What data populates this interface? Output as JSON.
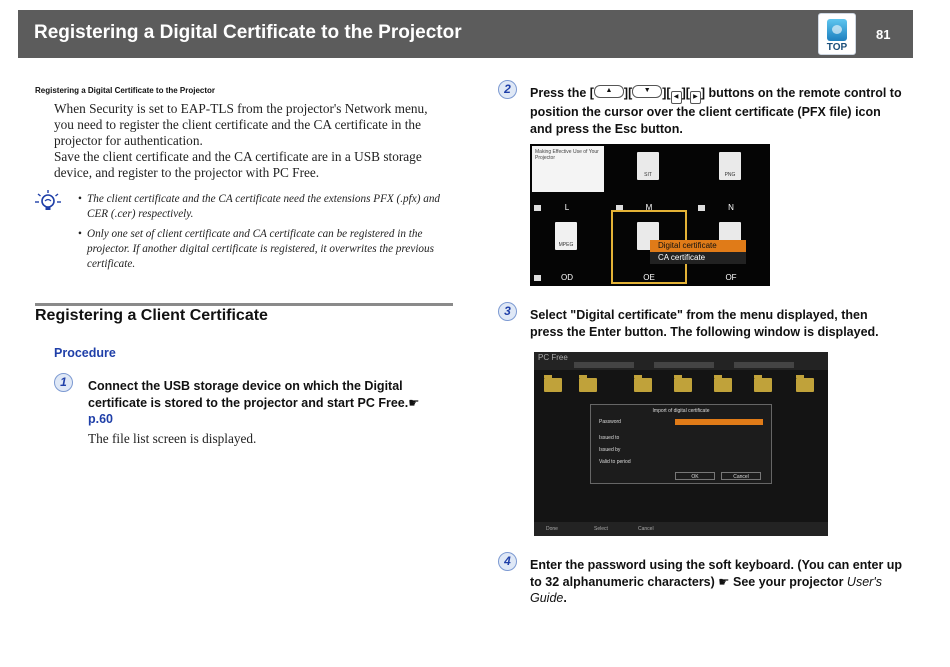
{
  "header": {
    "title": "Registering a Digital Certificate to the Projector",
    "top_label": "TOP",
    "page_number": "81"
  },
  "breadcrumb": "Registering a Digital Certificate to the Projector",
  "intro": [
    "When Security is set to EAP-TLS from the projector's Network menu, you need to register the client certificate and the CA certificate in the projector for authentication.",
    "Save the client certificate and the CA certificate are in a USB storage device, and register to the projector with PC Free."
  ],
  "notes": [
    "The client certificate and the CA certificate need the extensions PFX (.pfx) and CER (.cer) respectively.",
    "Only one set of client certificate and CA certificate can be registered in the projector. If another digital certificate is registered, it overwrites the previous certificate."
  ],
  "section": {
    "title": "Registering a Client Certificate",
    "procedure_label": "Procedure"
  },
  "steps": {
    "s1": {
      "num": "1",
      "text": "Connect the USB storage device on which the Digital certificate is stored to the projector and start PC Free.",
      "link": "p.60",
      "result": "The file list screen is displayed."
    },
    "s2": {
      "num": "2",
      "text_a": "Press the [",
      "text_b": "] buttons on the remote control to position the cursor over the client certificate (PFX file) icon and press the Esc button."
    },
    "s3": {
      "num": "3",
      "text": "Select \"Digital certificate\" from the menu displayed, then press the Enter button. The following window is displayed."
    },
    "s4": {
      "num": "4",
      "text": "Enter the password using the soft keyboard. (You can enter up to 32 alphanumeric characters)",
      "see": "See your projector",
      "guide": "User's Guide",
      "end": "."
    }
  },
  "screen1": {
    "doc_text": "Making Effective Use of Your Projector",
    "tiles": [
      {
        "label": "L"
      },
      {
        "label": "M",
        "icon": "SIT"
      },
      {
        "label": "N",
        "icon": "PNG"
      },
      {
        "label": "OD",
        "icon": "MPEG"
      },
      {
        "label": "OE"
      },
      {
        "label": "OF"
      }
    ],
    "menu": [
      "Digital certificate",
      "CA certificate"
    ]
  },
  "screen2": {
    "title": "PC Free",
    "dialog_title": "Import of digital certificate",
    "rows": [
      "Password",
      "Issued to",
      "Issued by",
      "Valid to period"
    ],
    "ok": "OK",
    "cancel": "Cancel",
    "bottom": [
      "Done",
      "Select",
      "Cancel"
    ]
  }
}
